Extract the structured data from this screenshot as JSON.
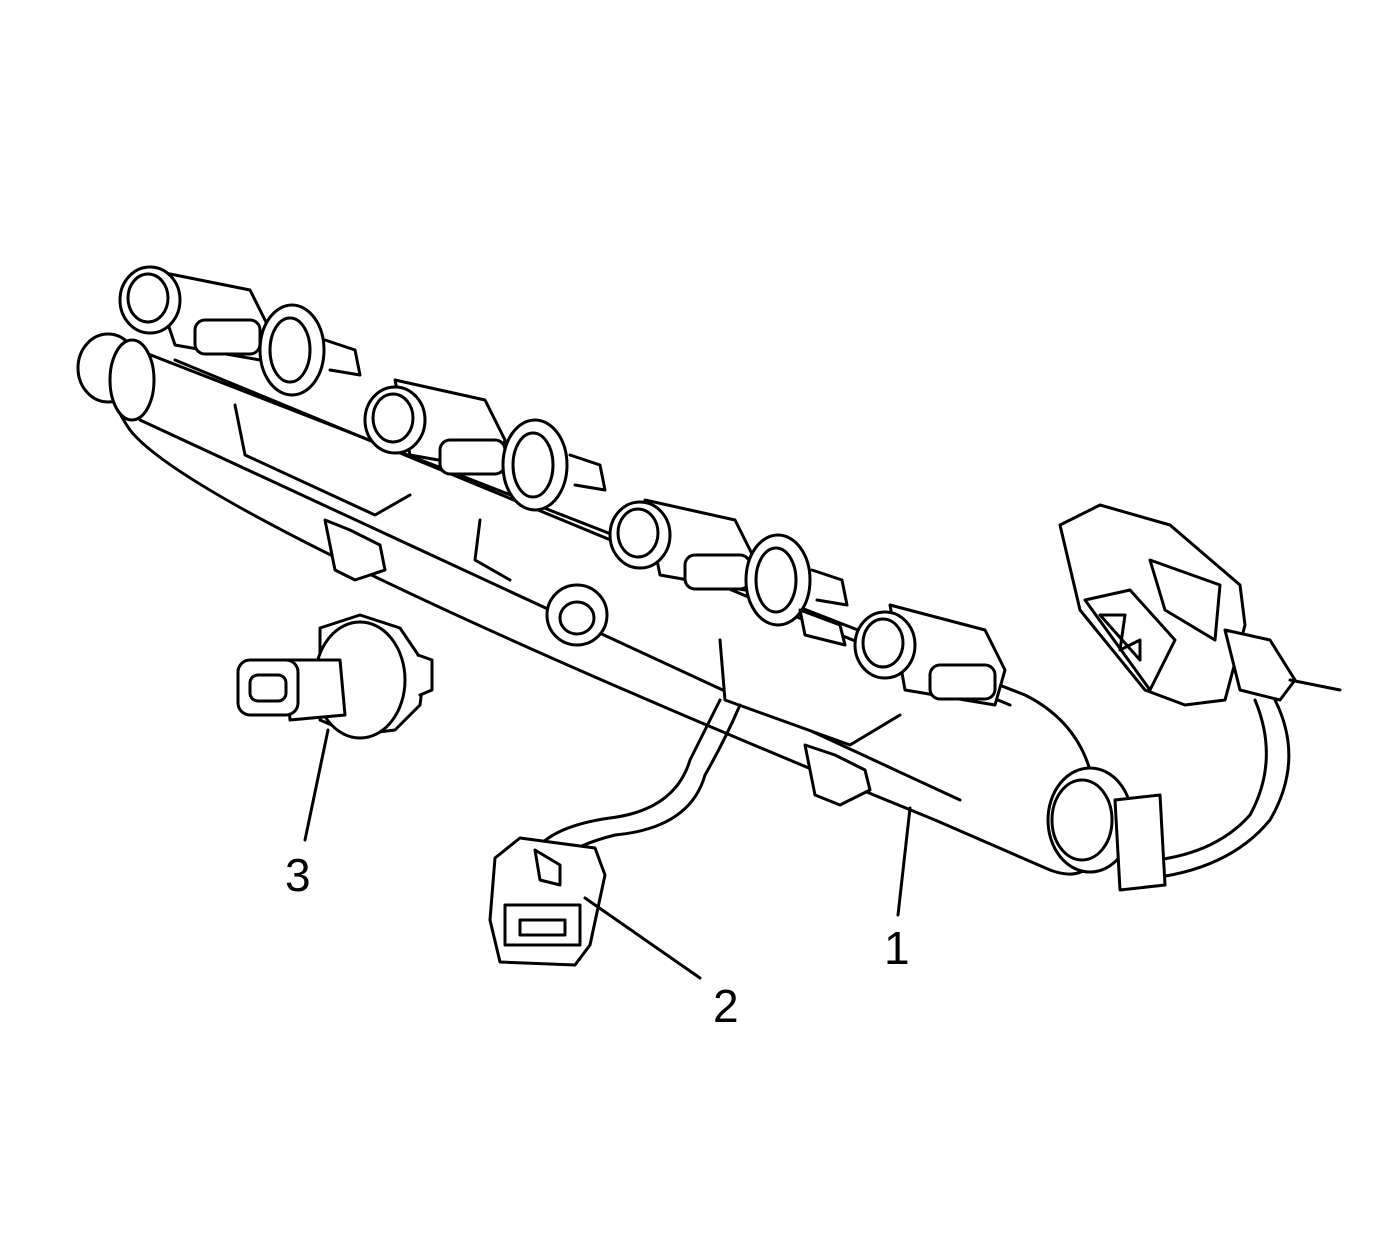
{
  "figure": {
    "colors": {
      "ink": "#000000",
      "paper": "#ffffff"
    },
    "callouts": [
      {
        "id": "1",
        "label": "1",
        "refers_to": "fuel-rail-harness"
      },
      {
        "id": "2",
        "label": "2",
        "refers_to": "harness-connector"
      },
      {
        "id": "3",
        "label": "3",
        "refers_to": "pressure-sensor"
      }
    ]
  }
}
